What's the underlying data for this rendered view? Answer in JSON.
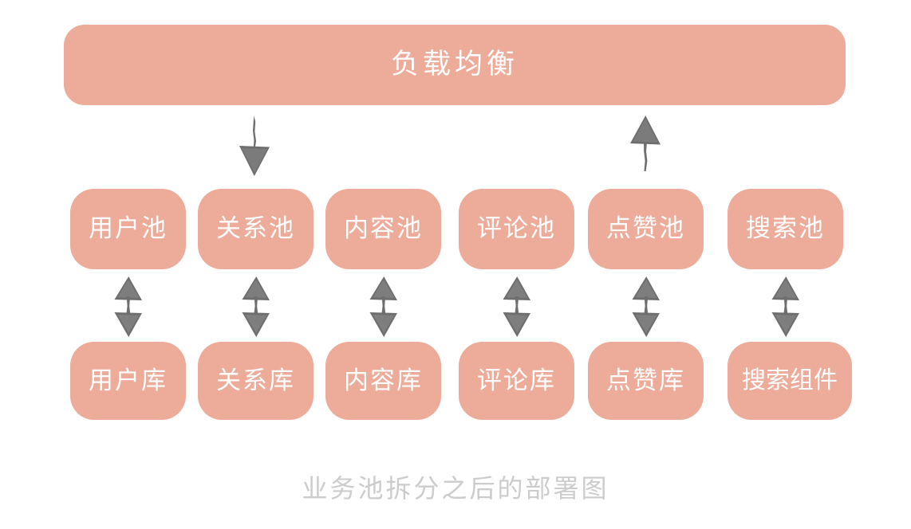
{
  "diagram": {
    "caption": "业务池拆分之后的部署图",
    "colors": {
      "box_fill": "#edab9a",
      "box_text": "#ffffff",
      "arrow": "#6e6e6e",
      "caption_text": "#cccccc",
      "background": "#ffffff"
    },
    "load_balancer": {
      "label": "负载均衡"
    },
    "pools": [
      {
        "label": "用户池"
      },
      {
        "label": "关系池"
      },
      {
        "label": "内容池"
      },
      {
        "label": "评论池"
      },
      {
        "label": "点赞池"
      },
      {
        "label": "搜索池"
      }
    ],
    "stores": [
      {
        "label": "用户库"
      },
      {
        "label": "关系库"
      },
      {
        "label": "内容库"
      },
      {
        "label": "评论库"
      },
      {
        "label": "点赞库"
      },
      {
        "label": "搜索组件"
      }
    ],
    "connectors": {
      "lb_down_arrow": "downward-arrow",
      "lb_up_arrow": "upward-arrow",
      "pool_store_arrow": "bidirectional-vertical-arrow"
    }
  }
}
